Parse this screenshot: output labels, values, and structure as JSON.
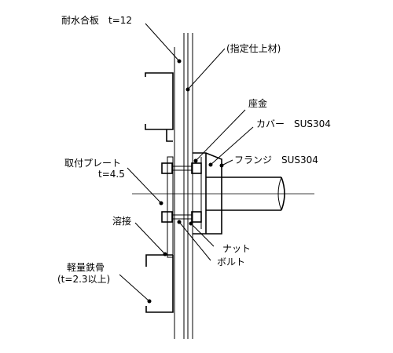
{
  "labels": {
    "wall_panel": "耐水合板　t=12",
    "finish": "(指定仕上材)",
    "washer": "座金",
    "cover": "カバー　SUS304",
    "flange": "フランジ　SUS304",
    "plate": "取付プレート",
    "plate_thickness": "t=4.5",
    "weld": "溶接",
    "nut": "ナット",
    "bolt": "ボルト",
    "steel": "軽量鉄骨",
    "steel_thickness": "(t=2.3以上)"
  },
  "colors": {
    "line": "#000000",
    "background": "#ffffff"
  }
}
